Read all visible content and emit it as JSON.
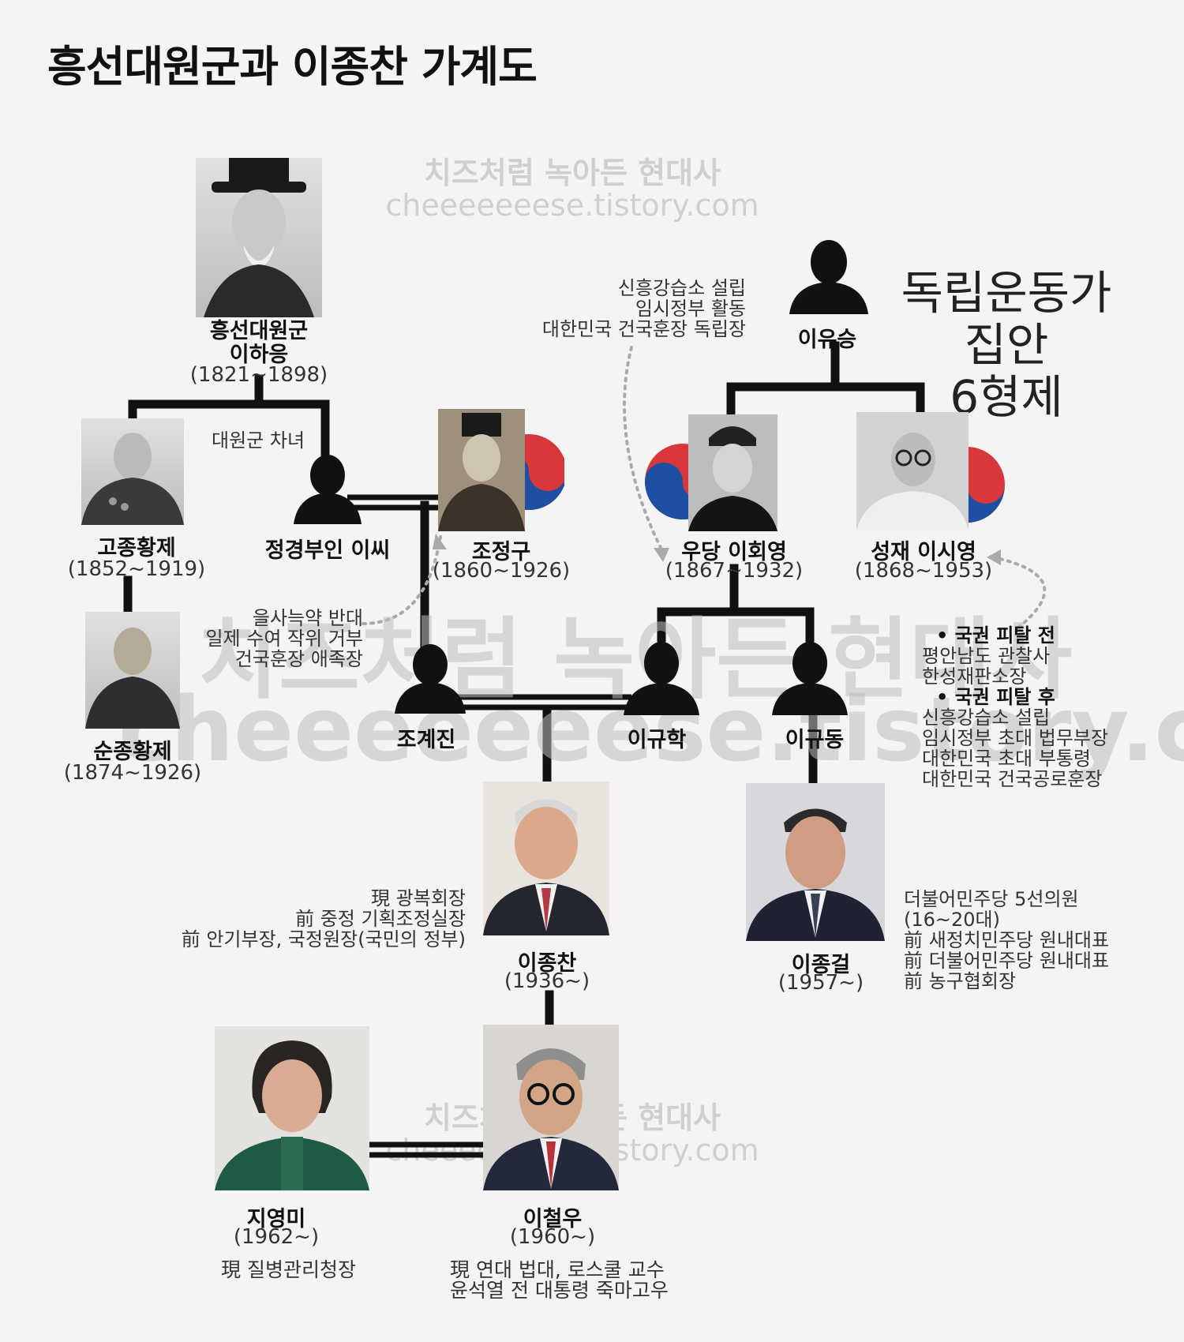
{
  "title": "흥선대원군과 이종찬 가계도",
  "watermark": {
    "line1": "치즈처럼 녹아든 현대사",
    "line2": "cheeeeeeese.tistory.com",
    "big1": "치즈처럼 녹아든 현대사",
    "big2": "cheeeeeeese.tistory.com"
  },
  "family_label": {
    "line1": "독립운동가",
    "line2": "집안",
    "line3": "6형제"
  },
  "people": {
    "heungseon": {
      "name1": "흥선대원군",
      "name2": "이하응",
      "years": "(1821~1898)"
    },
    "gojong": {
      "name": "고종황제",
      "years": "(1852~1919)"
    },
    "sunjong": {
      "name": "순종황제",
      "years": "(1874~1926)"
    },
    "jeonggyeong": {
      "name": "정경부인 이씨"
    },
    "jojeonggu": {
      "name": "조정구",
      "years": "(1860~1926)"
    },
    "jogyejin": {
      "name": "조계진"
    },
    "iyuseung": {
      "name": "이유승"
    },
    "uhoeyoung": {
      "name": "우당 이회영",
      "years": "(1867~1932)"
    },
    "siyoung": {
      "name": "성재 이시영",
      "years": "(1868~1953)"
    },
    "gyuhak": {
      "name": "이규학"
    },
    "gyudong": {
      "name": "이규동"
    },
    "jongchan": {
      "name": "이종찬",
      "years": "(1936~)"
    },
    "jonggeol": {
      "name": "이종걸",
      "years": "(1957~)"
    },
    "jiyoungmi": {
      "name": "지영미",
      "years": "(1962~)"
    },
    "cheolwoo": {
      "name": "이철우",
      "years": "(1960~)"
    }
  },
  "notes": {
    "daughter": "대원군 차녀",
    "jojeonggu": [
      "을사늑약 반대",
      "일제 수여 작위 거부",
      "건국훈장 애족장"
    ],
    "uhoeyoung": [
      "신흥강습소 설립",
      "임시정부 활동",
      "대한민국 건국훈장 독립장"
    ],
    "siyoung_before_title": "• 국권 피탈 전",
    "siyoung_before": [
      "평안남도 관찰사",
      "한성재판소장"
    ],
    "siyoung_after_title": "• 국권 피탈 후",
    "siyoung_after": [
      "신흥강습소 설립",
      "임시정부 초대 법무부장",
      "대한민국 초대 부통령",
      "대한민국 건국공로훈장"
    ],
    "jongchan": [
      "現 광복회장",
      "前 중정 기획조정실장",
      "前 안기부장, 국정원장(국민의 정부)"
    ],
    "jonggeol": [
      "더불어민주당 5선의원",
      "(16~20대)",
      "前 새정치민주당 원내대표",
      "前 더불어민주당 원내대표",
      "前 농구협회장"
    ],
    "jiyoungmi": "現 질병관리청장",
    "cheolwoo": [
      "現 연대 법대, 로스쿨 교수",
      "윤석열 전 대통령 죽마고우"
    ]
  },
  "colors": {
    "line": "#111111",
    "flag_red": "#d9383a",
    "flag_blue": "#1f4fa3",
    "background": "#f4f4f4"
  }
}
